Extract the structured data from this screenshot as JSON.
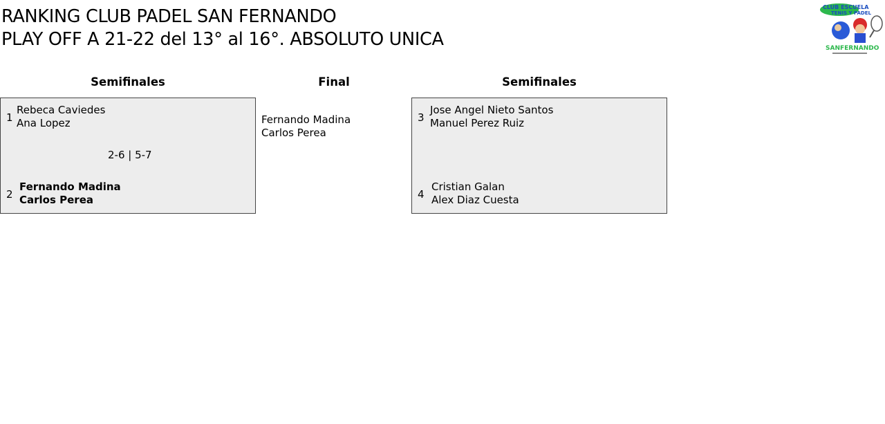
{
  "header": {
    "title_line1": "RANKING CLUB PADEL SAN FERNANDO",
    "title_line2": "PLAY OFF A 21-22 del 13° al 16°. ABSOLUTO UNICA"
  },
  "logo": {
    "icon": "club-logo-mascots"
  },
  "columns": {
    "left_heading": "Semifinales",
    "center_heading": "Final",
    "right_heading": "Semifinales"
  },
  "semifinal_left": {
    "team1": {
      "seed": "1",
      "player1": "Rebeca Caviedes",
      "player2": "Ana Lopez"
    },
    "score": "2-6 | 5-7",
    "team2": {
      "seed": "2",
      "player1": "Fernando Madina",
      "player2": "Carlos Perea"
    }
  },
  "final": {
    "player1": "Fernando Madina",
    "player2": "Carlos Perea"
  },
  "semifinal_right": {
    "team1": {
      "seed": "3",
      "player1": "Jose Angel Nieto Santos",
      "player2": "Manuel Perez Ruiz"
    },
    "team2": {
      "seed": "4",
      "player1": "Cristian Galan",
      "player2": "Alex Diaz Cuesta"
    }
  }
}
